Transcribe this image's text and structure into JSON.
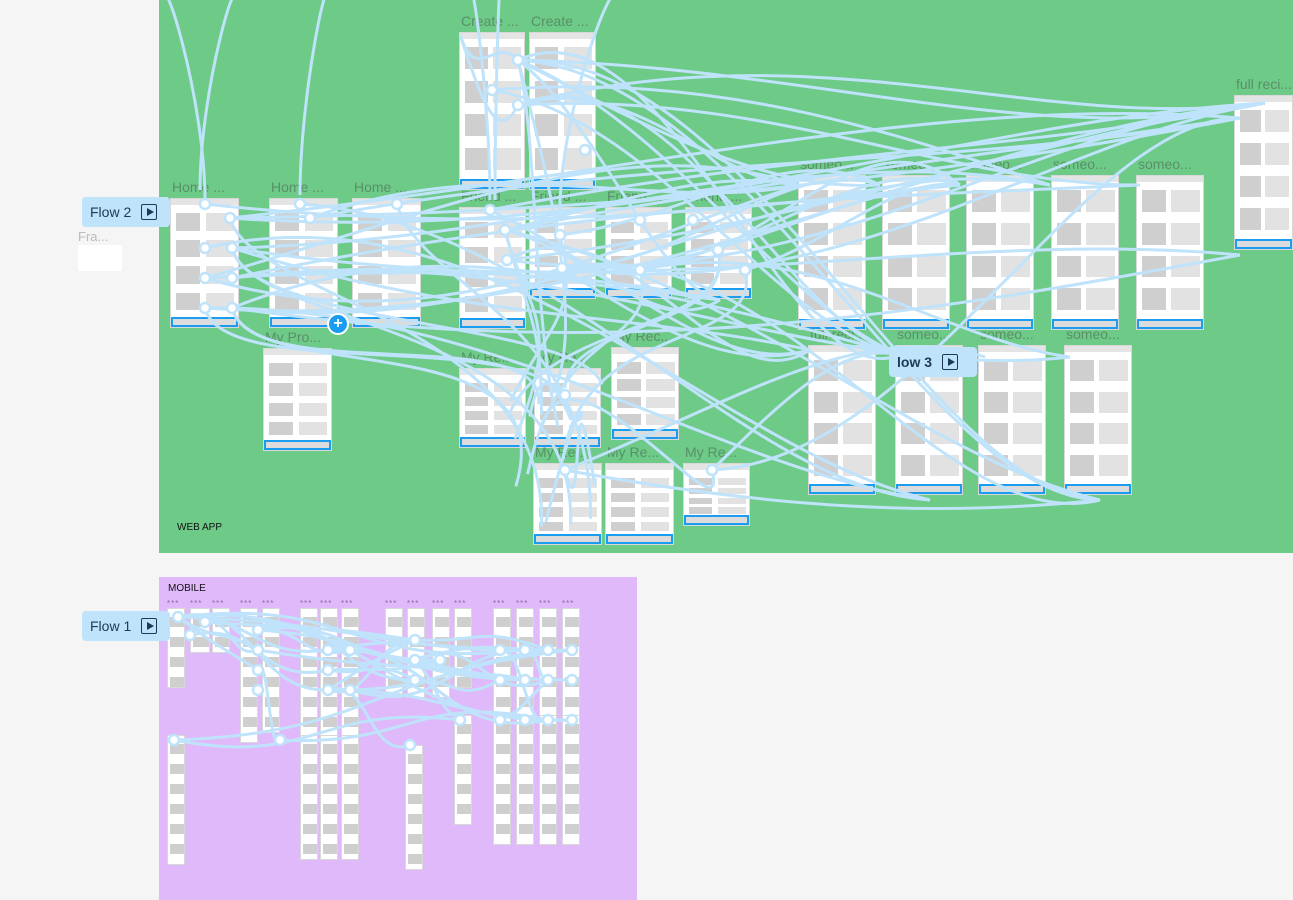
{
  "sections": {
    "web": "WEB APP",
    "mobile": "MOBILE"
  },
  "flows": [
    "Flow 2",
    "Flow 1",
    "low 3"
  ],
  "frame_titles": {
    "create": "Create ...",
    "home": "Home ...",
    "friend": "Friend ...",
    "someone": "someo...",
    "full_recipe": "full reci...",
    "my_profile": "My Pro...",
    "my_recipes": "My Re...",
    "my_rec": "My Rec...",
    "fra": "Fra...",
    "mobile": "***"
  },
  "colors": {
    "web_bg": "#6dca87",
    "mobile_bg": "#e0b9fa",
    "connector": "#bfe3fb",
    "selection": "#1a9cf0"
  }
}
